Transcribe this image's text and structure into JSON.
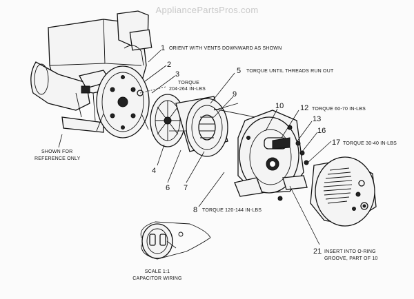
{
  "watermark": "AppliancePartsPros.com",
  "callouts": [
    {
      "id": "1",
      "number": "1",
      "note": "ORIENT WITH VENTS DOWNWARD AS SHOWN"
    },
    {
      "id": "2",
      "number": "2",
      "note": ""
    },
    {
      "id": "3",
      "number": "3",
      "note": "TORQUE",
      "note2": "204-264 IN-LBS"
    },
    {
      "id": "4",
      "number": "4",
      "note": ""
    },
    {
      "id": "5",
      "number": "5",
      "note": "TORQUE UNTIL THREADS RUN OUT"
    },
    {
      "id": "6",
      "number": "6",
      "note": ""
    },
    {
      "id": "7",
      "number": "7",
      "note": ""
    },
    {
      "id": "8",
      "number": "8",
      "note": "TORQUE 120-144 IN-LBS"
    },
    {
      "id": "9",
      "number": "9",
      "note": ""
    },
    {
      "id": "10",
      "number": "10",
      "note": ""
    },
    {
      "id": "12",
      "number": "12",
      "note": "TORQUE 60-70 IN-LBS"
    },
    {
      "id": "13",
      "number": "13",
      "note": ""
    },
    {
      "id": "16",
      "number": "16",
      "note": ""
    },
    {
      "id": "17",
      "number": "17",
      "note": "TORQUE 30-40 IN-LBS"
    },
    {
      "id": "21",
      "number": "21",
      "note": "INSERT INTO O-RING",
      "note2": "GROOVE, PART OF 10"
    }
  ],
  "reference_note": {
    "line1": "SHOWN FOR",
    "line2": "REFERENCE ONLY"
  },
  "inset": {
    "line1": "SCALE 1:1",
    "line2": "CAPACITOR WIRING"
  }
}
